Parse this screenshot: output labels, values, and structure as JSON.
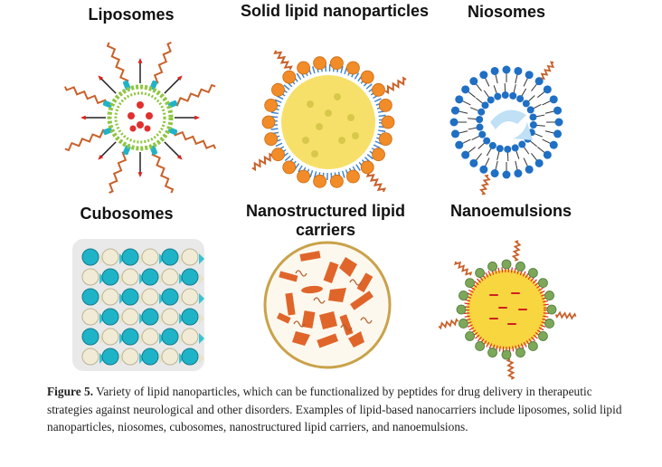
{
  "panels": [
    {
      "title": "Liposomes"
    },
    {
      "title": "Solid lipid nanoparticles"
    },
    {
      "title": "Niosomes"
    },
    {
      "title": "Cubosomes"
    },
    {
      "title": "Nanostructured lipid carriers"
    },
    {
      "title": "Nanoemulsions"
    }
  ],
  "caption": {
    "label": "Figure 5.",
    "text": " Variety of lipid nanoparticles, which can be functionalized by peptides for drug delivery in therapeutic strategies against neurological and other disorders. Examples of lipid-based nanocarriers include liposomes, solid lipid nanoparticles, niosomes, cubosomes, nanostructured lipid carriers, and nanoemulsions."
  },
  "colors": {
    "peptide": "#c8612a",
    "lipid_green": "#8ec63f",
    "teal": "#1fb3c8",
    "niosome_blue": "#1f6fc4",
    "sln_orange": "#f28c28",
    "core_yellow": "#f7e06a",
    "nlc_orange": "#e0652a",
    "arrow_red": "#e02020"
  }
}
